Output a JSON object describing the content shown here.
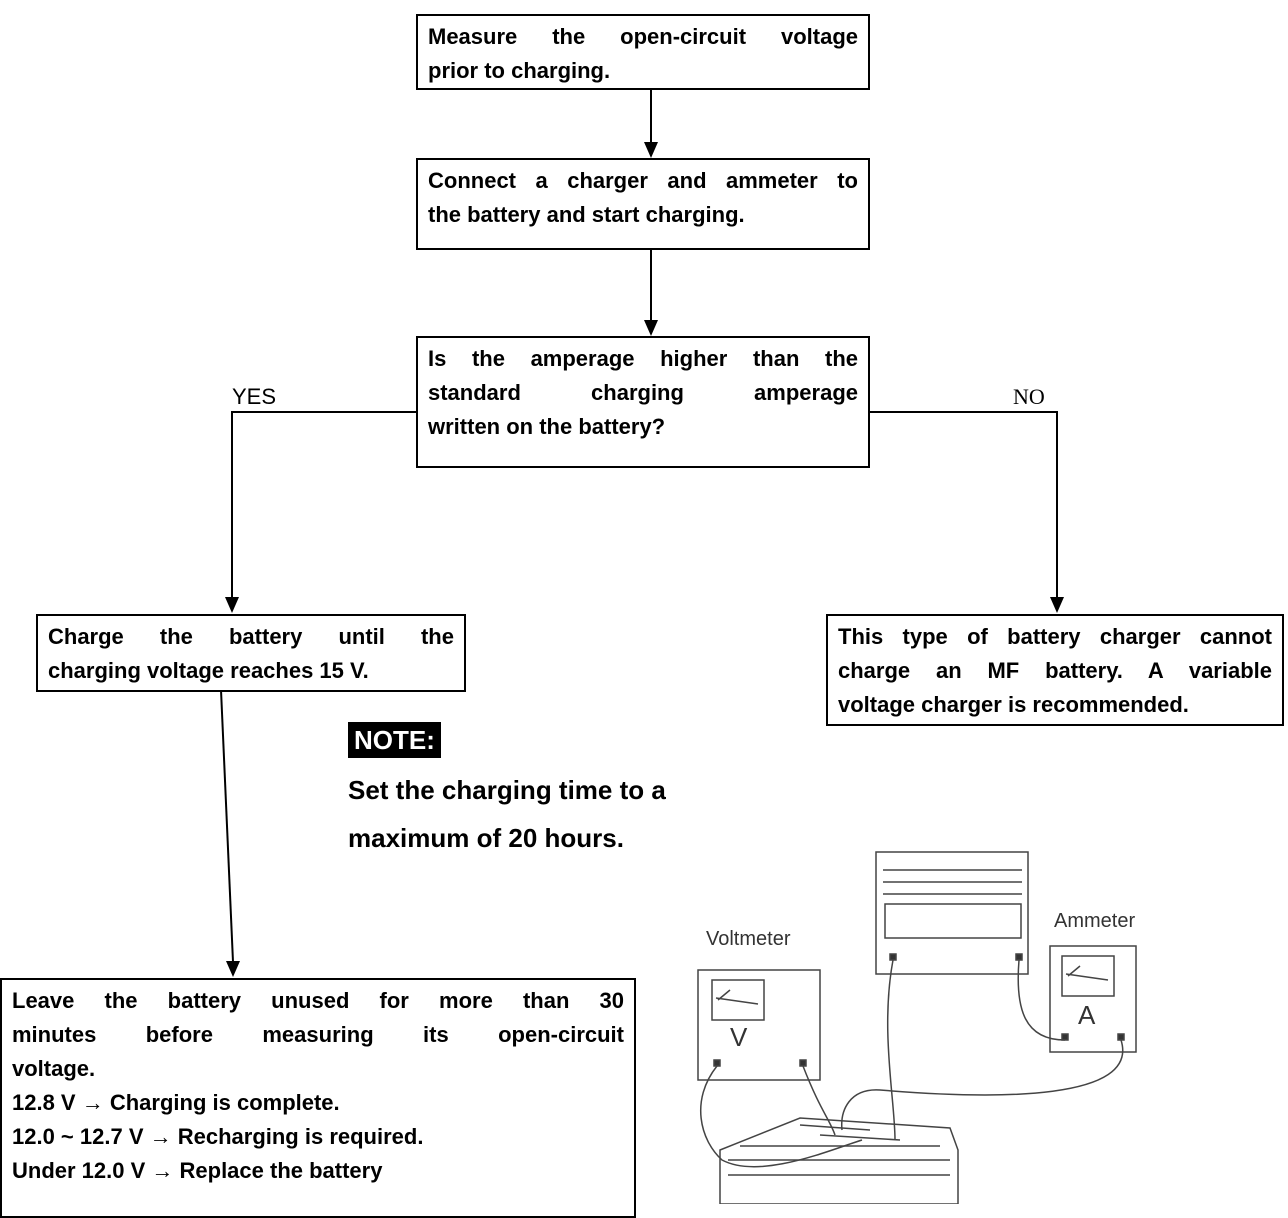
{
  "flow": {
    "step1": [
      "Measure the open-circuit voltage",
      "prior to charging."
    ],
    "step2": [
      "Connect a charger and ammeter to",
      "the battery and start charging."
    ],
    "decision": [
      "Is the amperage higher than the",
      "standard charging amperage",
      "written on the battery?"
    ],
    "yes_label": "YES",
    "no_label": "NO",
    "yes_step": [
      "Charge the battery until the",
      "charging voltage reaches 15 V."
    ],
    "no_step": [
      "This type of battery charger cannot",
      "charge an MF battery. A variable",
      "voltage charger is recommended."
    ],
    "final_step": [
      "Leave the battery unused for more than 30",
      "minutes before measuring its open-circuit",
      "voltage.",
      "12.8 V → Charging is complete.",
      "12.0 ~ 12.7 V → Recharging is required.",
      "Under 12.0 V → Replace the battery"
    ]
  },
  "note": {
    "tag": "NOTE:",
    "lines": [
      "Set the charging time to a",
      "maximum of 20 hours."
    ]
  },
  "illustration": {
    "voltmeter_label": "Voltmeter",
    "ammeter_label": "Ammeter",
    "voltmeter_symbol": "V",
    "ammeter_symbol": "A"
  }
}
